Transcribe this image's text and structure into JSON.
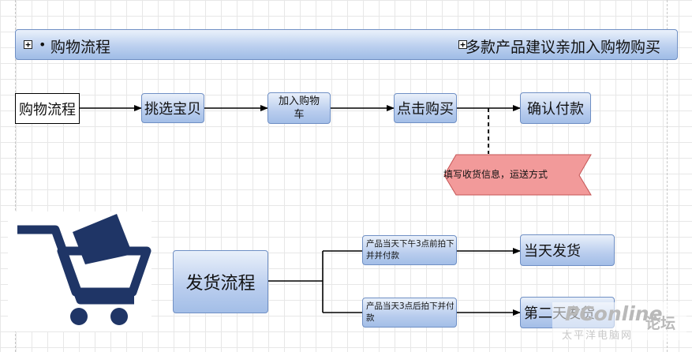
{
  "banner": {
    "title": "购物流程",
    "right_text": "多款产品建议亲加入购物购买"
  },
  "shopping_flow": {
    "start": "购物流程",
    "step1": "挑选宝贝",
    "step2": "加入购物车",
    "step3": "点击购买",
    "step4": "确认付款",
    "callout": "填写收货信息，运送方式"
  },
  "shipping_flow": {
    "start": "发货流程",
    "condition_before": "产品当天下午3点前拍下并并付款",
    "condition_after": "产品当天3点后拍下并付款",
    "result_same_day": "当天发货",
    "result_next_day": "第二天发货"
  },
  "watermark": {
    "brand": "PConline",
    "forum": "论坛",
    "sub": "太平洋电脑网"
  },
  "colors": {
    "node_fill": "#b9cdee",
    "node_border": "#6f8fc4",
    "callout_fill": "#f08f8f",
    "cart": "#1f3566"
  }
}
